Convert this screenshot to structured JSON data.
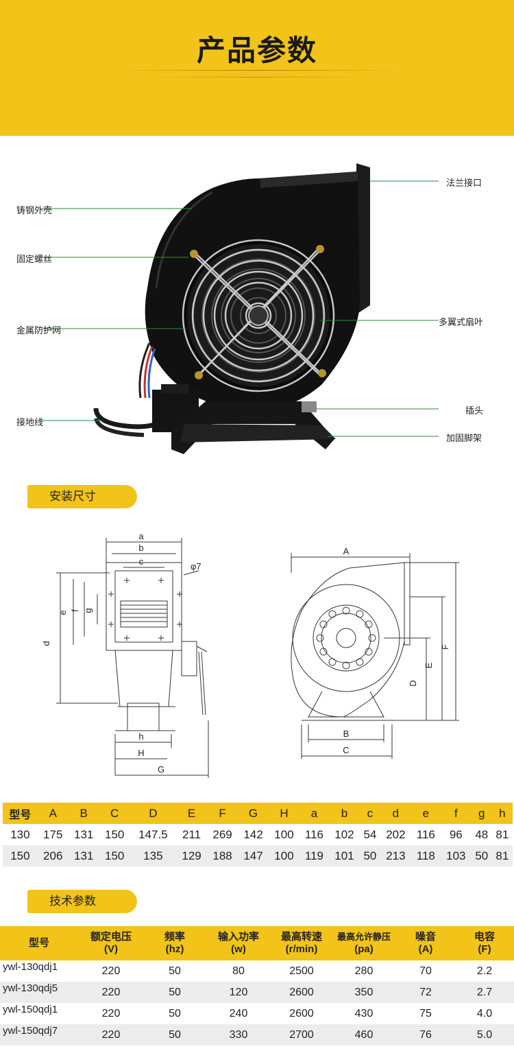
{
  "header": {
    "title": "产品参数"
  },
  "callouts": {
    "left": [
      "铸钢外壳",
      "固定螺丝",
      "金属防护网",
      "接地线"
    ],
    "right": [
      "法兰接口",
      "多翼式扇叶",
      "插头",
      "加固脚架"
    ]
  },
  "sections": {
    "install": "安装尺寸",
    "tech": "技术参数"
  },
  "drawing_labels": {
    "left": {
      "a": "a",
      "b": "b",
      "c": "c",
      "phi": "φ7",
      "d": "d",
      "e": "e",
      "f": "f",
      "g": "g",
      "h": "h",
      "H": "H",
      "G": "G"
    },
    "right": {
      "A": "A",
      "B": "B",
      "C": "C",
      "D": "D",
      "E": "E",
      "F": "F"
    }
  },
  "dim_table": {
    "headers": [
      "型号",
      "A",
      "B",
      "C",
      "D",
      "E",
      "F",
      "G",
      "H",
      "a",
      "b",
      "c",
      "d",
      "e",
      "f",
      "g",
      "h"
    ],
    "rows": [
      [
        "130",
        "175",
        "131",
        "150",
        "147.5",
        "211",
        "269",
        "142",
        "100",
        "116",
        "102",
        "54",
        "202",
        "116",
        "96",
        "48",
        "81"
      ],
      [
        "150",
        "206",
        "131",
        "150",
        "135",
        "129",
        "188",
        "147",
        "100",
        "119",
        "101",
        "50",
        "213",
        "118",
        "103",
        "50",
        "81"
      ]
    ]
  },
  "tech_table": {
    "headers": [
      [
        "型号",
        ""
      ],
      [
        "额定电压",
        "(V)"
      ],
      [
        "频率",
        "(hz)"
      ],
      [
        "输入功率",
        "(w)"
      ],
      [
        "最高转速",
        "(r/min)"
      ],
      [
        "最高允许静压",
        "(pa)"
      ],
      [
        "噪音",
        "(A)"
      ],
      [
        "电容",
        "(F)"
      ]
    ],
    "rows": [
      [
        "ywl-130qdj1",
        "220",
        "50",
        "80",
        "2500",
        "280",
        "70",
        "2.2"
      ],
      [
        "ywl-130qdj5",
        "220",
        "50",
        "120",
        "2600",
        "350",
        "72",
        "2.7"
      ],
      [
        "ywl-150qdj1",
        "220",
        "50",
        "240",
        "2600",
        "430",
        "75",
        "4.0"
      ],
      [
        "ywl-150qdj7",
        "220",
        "50",
        "330",
        "2700",
        "460",
        "76",
        "5.0"
      ]
    ]
  }
}
